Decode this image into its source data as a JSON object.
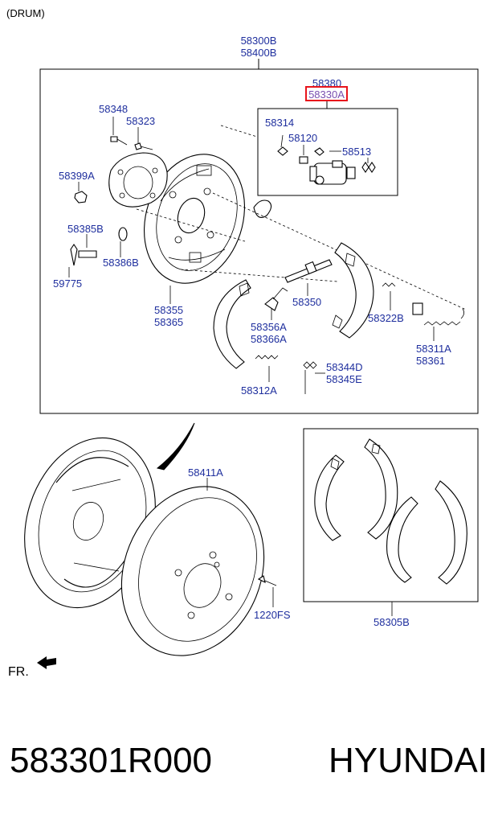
{
  "header": {
    "section_label": "(DRUM)"
  },
  "labels": {
    "assy_top_a": "58300B",
    "assy_top_b": "58400B",
    "p58380": "58380",
    "p58330A": "58330A",
    "p58348": "58348",
    "p58323": "58323",
    "p58314": "58314",
    "p58120": "58120",
    "p58513": "58513",
    "p58399A": "58399A",
    "p58385B": "58385B",
    "p58386B": "58386B",
    "p59775": "59775",
    "p58355": "58355",
    "p58365": "58365",
    "p58350": "58350",
    "p58322B": "58322B",
    "p58356A": "58356A",
    "p58366A": "58366A",
    "p58311A": "58311A",
    "p58361": "58361",
    "p58344D": "58344D",
    "p58345E": "58345E",
    "p58312A": "58312A",
    "p58411A": "58411A",
    "p1220FS": "1220FS",
    "p58305B": "58305B",
    "front": "FR."
  },
  "highlight": {
    "part": "58330A",
    "color": "#e8141c"
  },
  "footer": {
    "part_number": "583301R000",
    "brand": "HYUNDAI"
  },
  "colors": {
    "label_blue": "#1f2f9e",
    "ink": "#000000"
  }
}
